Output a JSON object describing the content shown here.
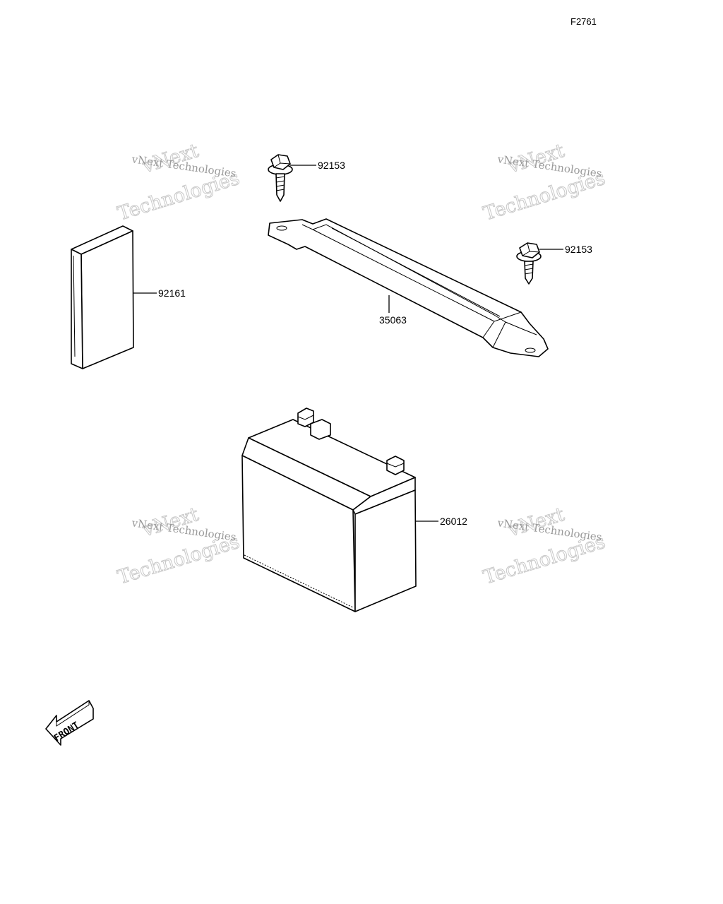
{
  "figure_code": "F2761",
  "parts": [
    {
      "code": "92161"
    },
    {
      "code": "92153"
    },
    {
      "code": "92153"
    },
    {
      "code": "35063"
    },
    {
      "code": "26012"
    }
  ],
  "front_arrow_label": "FRONT",
  "watermark": {
    "line1": "vNext Technologies",
    "line2": "vNext",
    "line3": "Technologies"
  }
}
